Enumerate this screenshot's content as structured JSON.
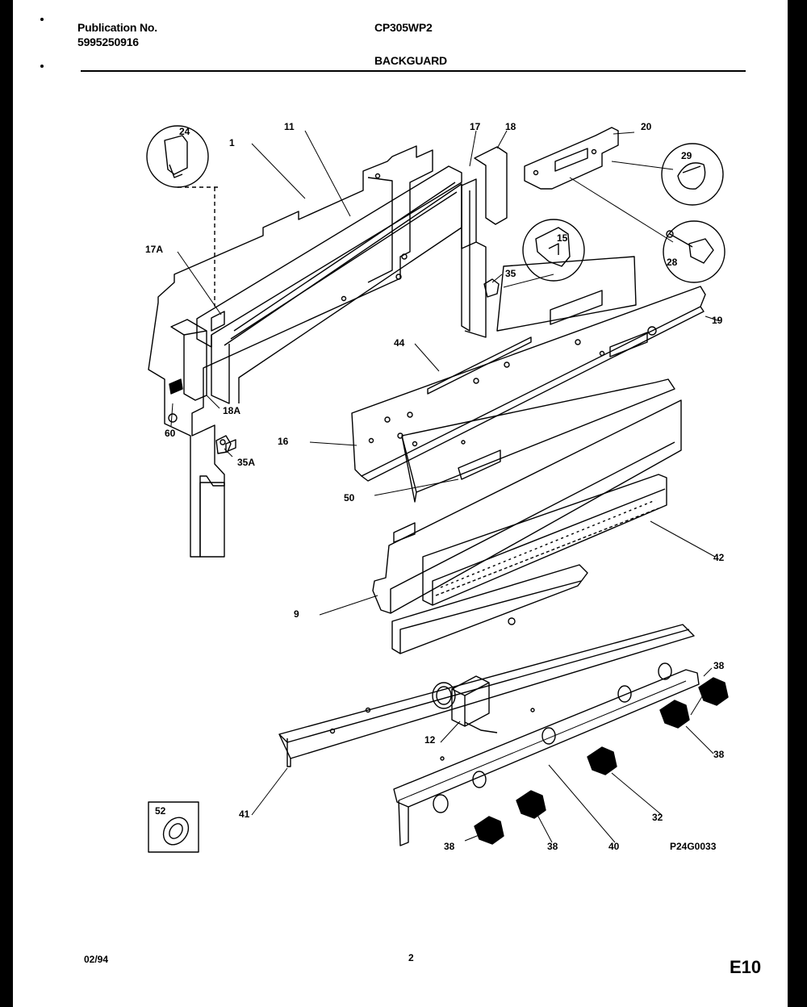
{
  "header": {
    "publication_label": "Publication No.",
    "publication_number": "5995250916",
    "model": "CP305WP2",
    "section": "BACKGUARD"
  },
  "callouts": {
    "c1": "1",
    "c11": "11",
    "c17": "17",
    "c18": "18",
    "c20": "20",
    "c24": "24",
    "c29": "29",
    "c28": "28",
    "c15": "15",
    "c17a": "17A",
    "c35": "35",
    "c19": "19",
    "c44": "44",
    "c18a": "18A",
    "c60": "60",
    "c16": "16",
    "c35a": "35A",
    "c50": "50",
    "c42": "42",
    "c9": "9",
    "c38a": "38",
    "c38b": "38",
    "c12": "12",
    "c32": "32",
    "c41": "41",
    "c52": "52",
    "c38c": "38",
    "c38d": "38",
    "c40": "40"
  },
  "drawing_code": "P24G0033",
  "footer": {
    "date": "02/94",
    "page": "2",
    "code": "E10"
  }
}
